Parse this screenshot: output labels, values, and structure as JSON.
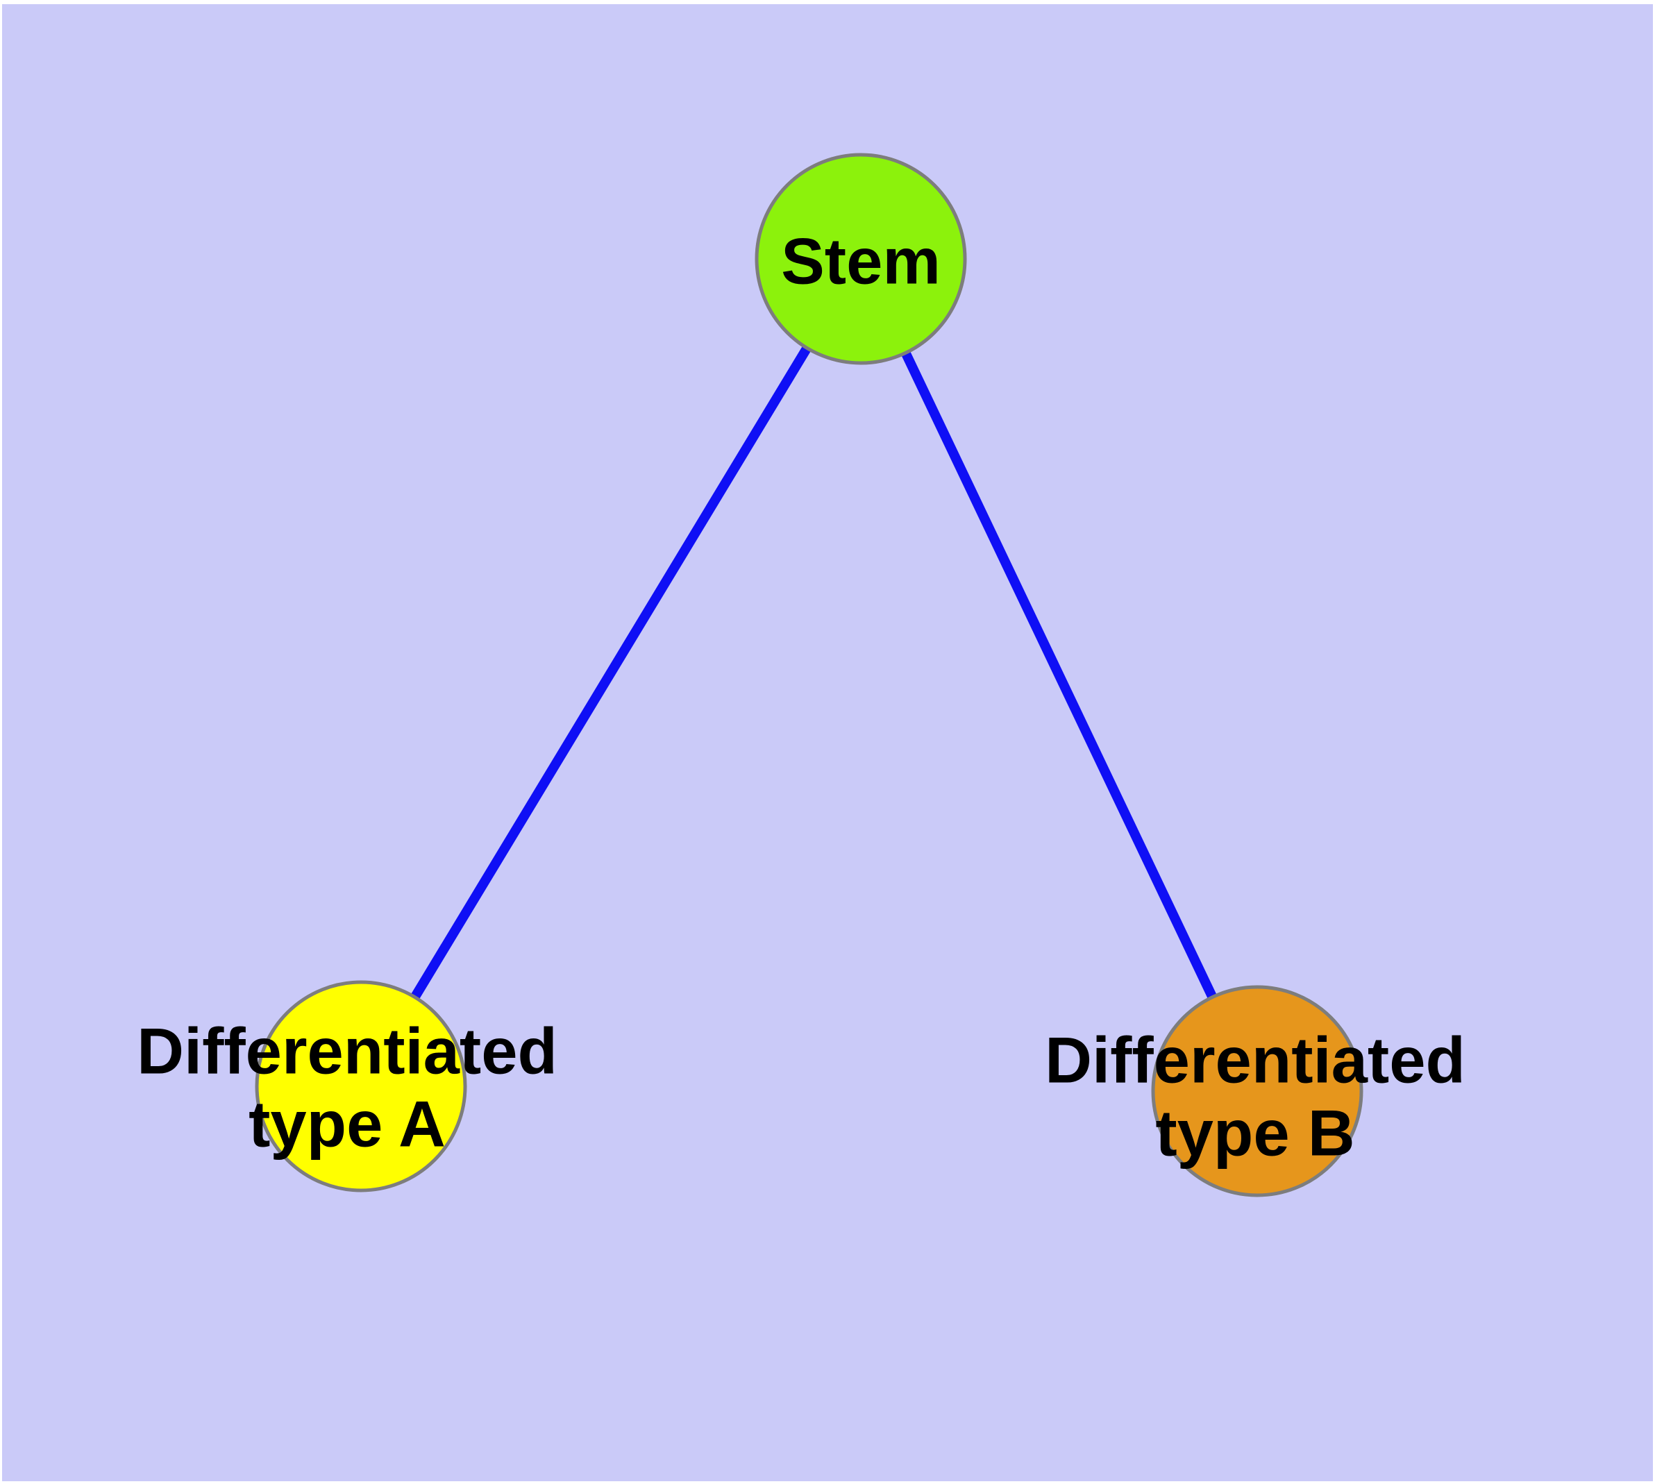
{
  "figure": {
    "type": "network-diagram",
    "nodes": [
      {
        "id": "stem",
        "label_lines": [
          "Stem"
        ],
        "fill": "#8CF20C"
      },
      {
        "id": "type-a",
        "label_lines": [
          "Differentiated",
          "type A"
        ],
        "fill": "#FFFF00"
      },
      {
        "id": "type-b",
        "label_lines": [
          "Differentiated",
          "type B"
        ],
        "fill": "#E6961C"
      }
    ],
    "edges": [
      {
        "from": "stem",
        "to": "type-a"
      },
      {
        "from": "stem",
        "to": "type-b"
      }
    ]
  },
  "colors": {
    "canvas-bg": "#CACAF8",
    "page-border": "#FFFFFF",
    "node-stroke": "#7D7D7D",
    "edge-stroke": "#0F0FF5",
    "label-color": "#000000"
  }
}
